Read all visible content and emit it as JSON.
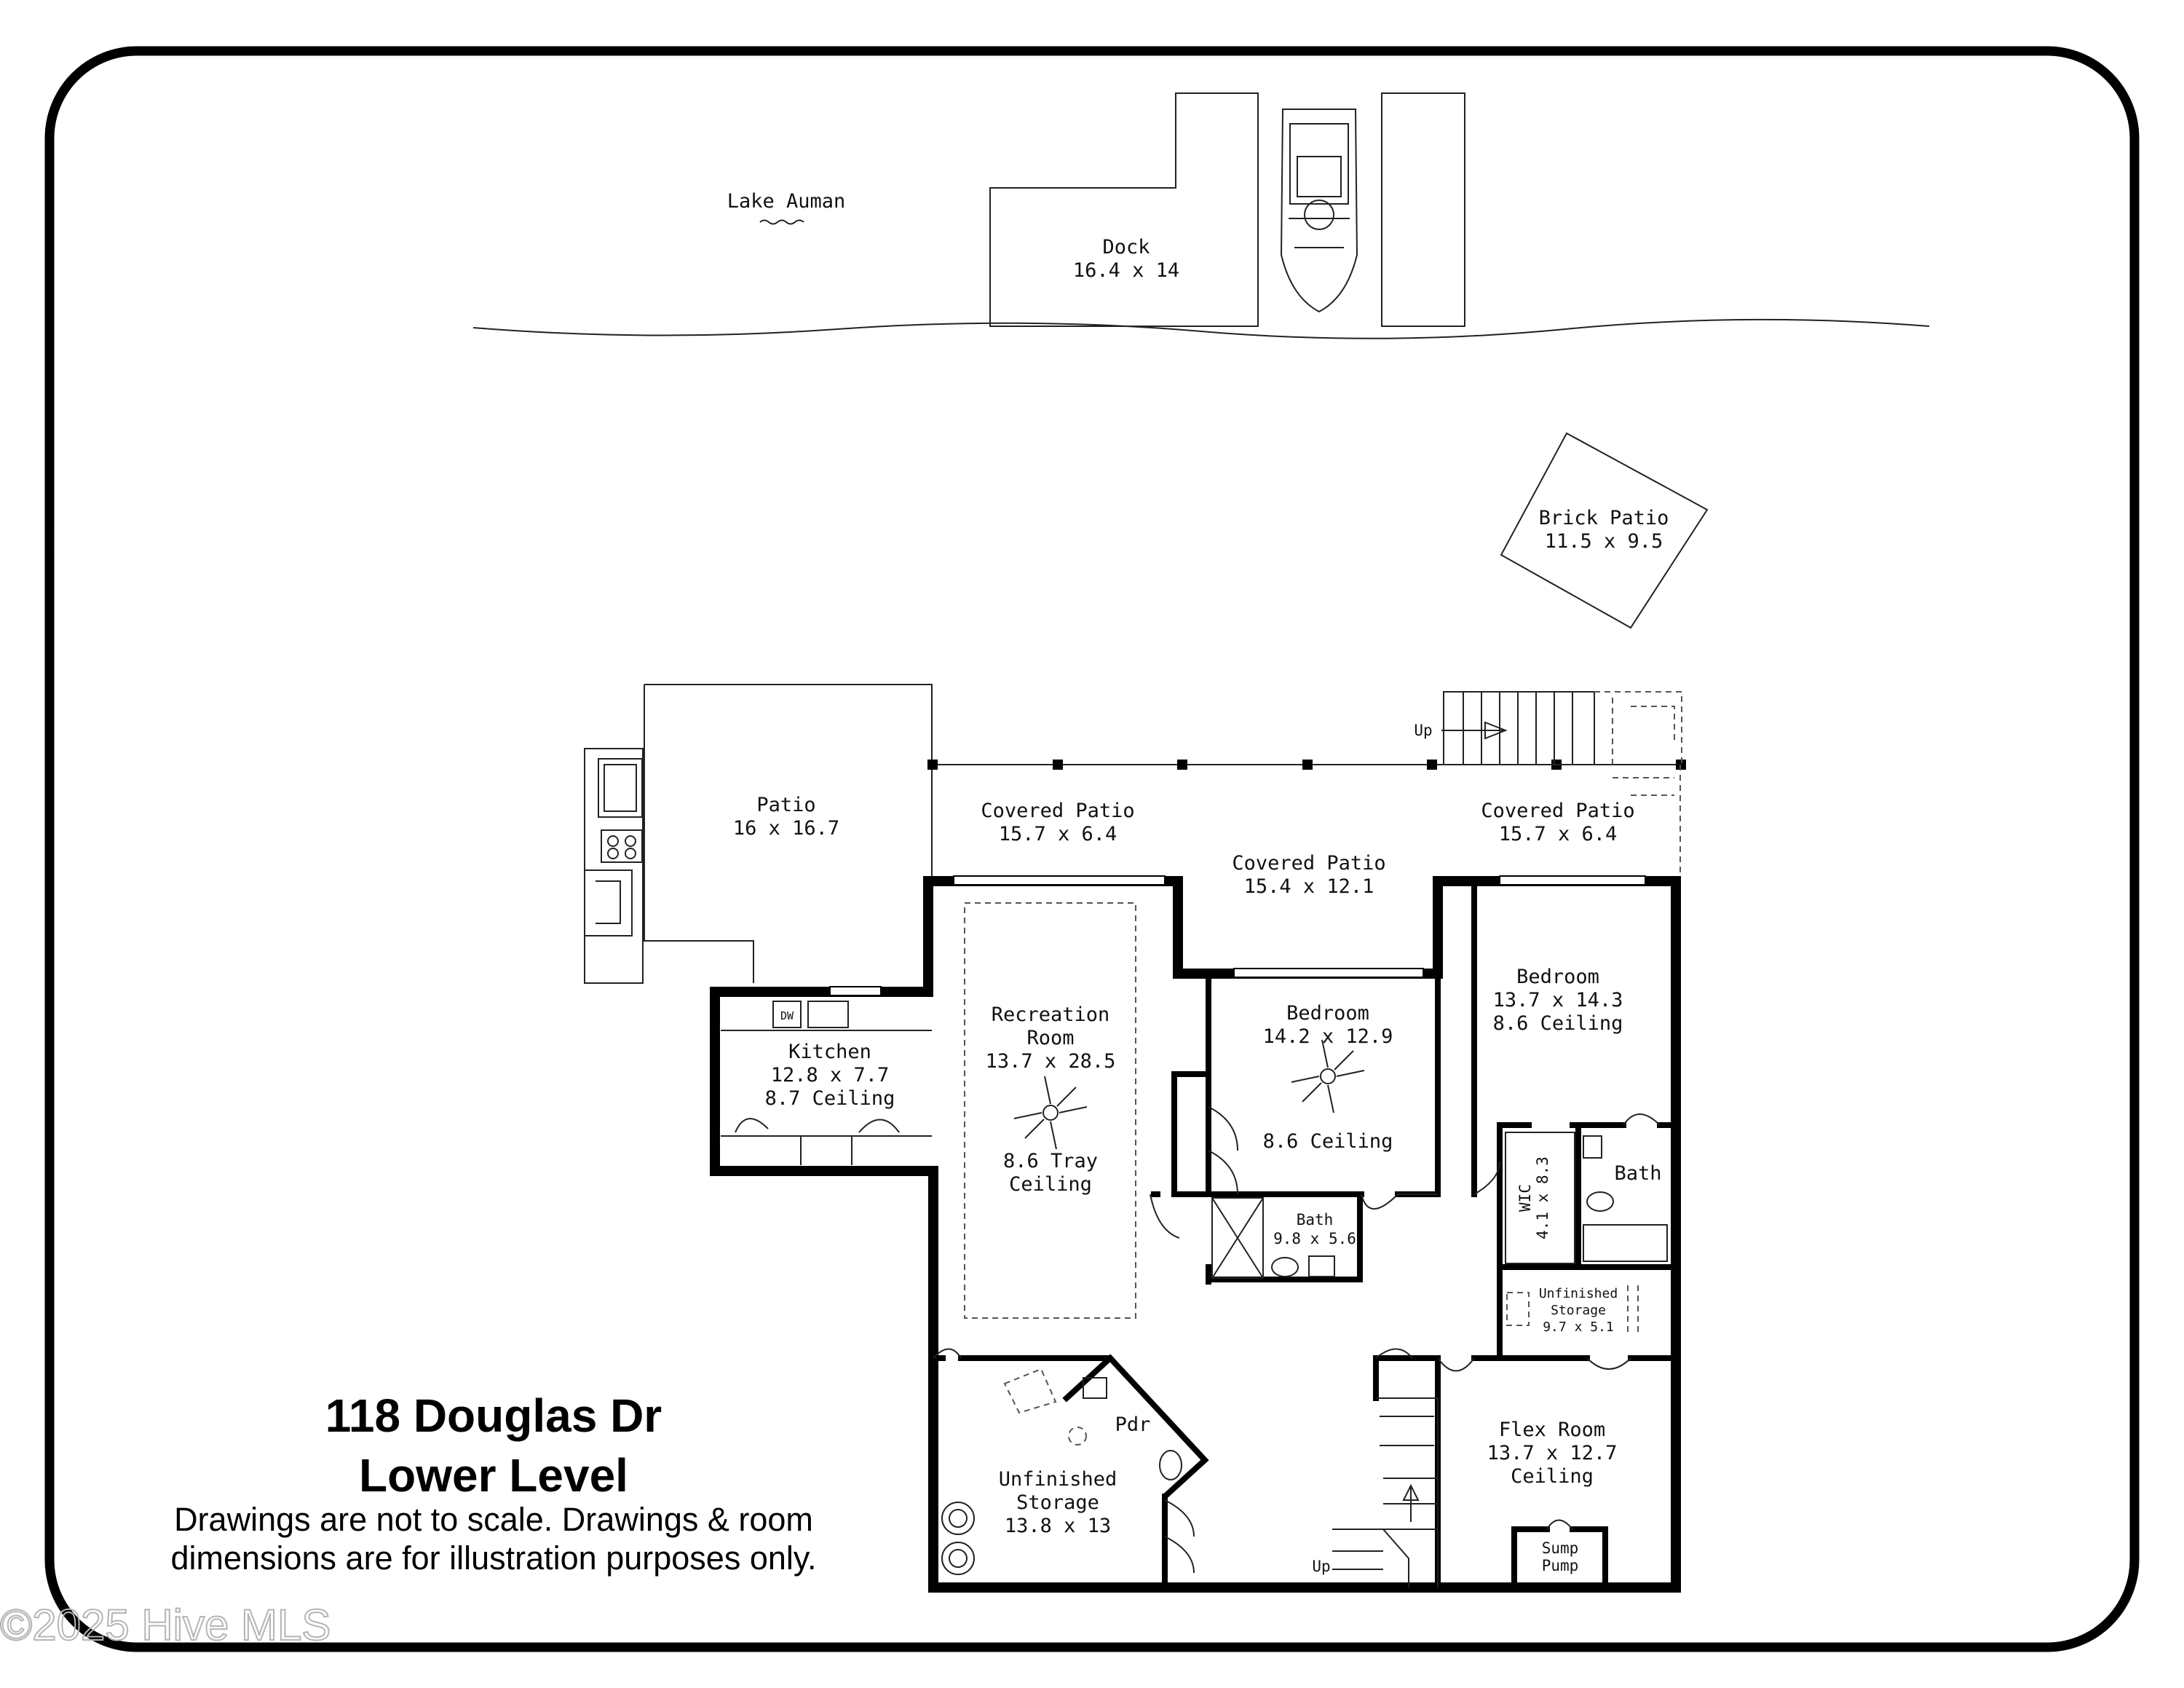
{
  "title": {
    "address": "118 Douglas Dr",
    "level": "Lower Level",
    "disclaimer_line1": "Drawings are not to scale. Drawings & room",
    "disclaimer_line2": "dimensions are for illustration purposes only."
  },
  "watermark": "©2025 Hive MLS",
  "site": {
    "lake": "Lake Auman",
    "dock": {
      "name": "Dock",
      "size": "16.4 x 14"
    },
    "brick_patio": {
      "name": "Brick Patio",
      "size": "11.5 x 9.5"
    }
  },
  "rooms": {
    "patio": {
      "name": "Patio",
      "size": "16 x 16.7"
    },
    "covered_patio_left": {
      "name": "Covered Patio",
      "size": "15.7 x 6.4"
    },
    "covered_patio_center": {
      "name": "Covered Patio",
      "size": "15.4 x 12.1"
    },
    "covered_patio_right": {
      "name": "Covered Patio",
      "size": "15.7 x 6.4"
    },
    "kitchen": {
      "name": "Kitchen",
      "size": "12.8 x 7.7",
      "ceiling": "8.7 Ceiling"
    },
    "recreation": {
      "name1": "Recreation",
      "name2": "Room",
      "size": "13.7 x 28.5",
      "ceiling1": "8.6 Tray",
      "ceiling2": "Ceiling"
    },
    "bedroom_center": {
      "name": "Bedroom",
      "size": "14.2 x 12.9",
      "ceiling": "8.6 Ceiling"
    },
    "bedroom_right": {
      "name": "Bedroom",
      "size": "13.7 x 14.3",
      "ceiling": "8.6 Ceiling"
    },
    "bath_center": {
      "name": "Bath",
      "size": "9.8 x 5.6"
    },
    "wic": {
      "name": "WIC",
      "size": "4.1 x 8.3"
    },
    "bath_right": {
      "name": "Bath"
    },
    "unfinished_small": {
      "name1": "Unfinished",
      "name2": "Storage",
      "size": "9.7 x 5.1"
    },
    "flex": {
      "name": "Flex Room",
      "size": "13.7 x 12.7",
      "ceiling": "Ceiling"
    },
    "sump": {
      "name1": "Sump",
      "name2": "Pump"
    },
    "pdr": {
      "name": "Pdr"
    },
    "unfinished_large": {
      "name1": "Unfinished",
      "name2": "Storage",
      "size": "13.8 x 13"
    }
  },
  "fixtures": {
    "dishwasher": "DW",
    "stairs_up_top": "Up",
    "stairs_up_bottom": "Up"
  }
}
